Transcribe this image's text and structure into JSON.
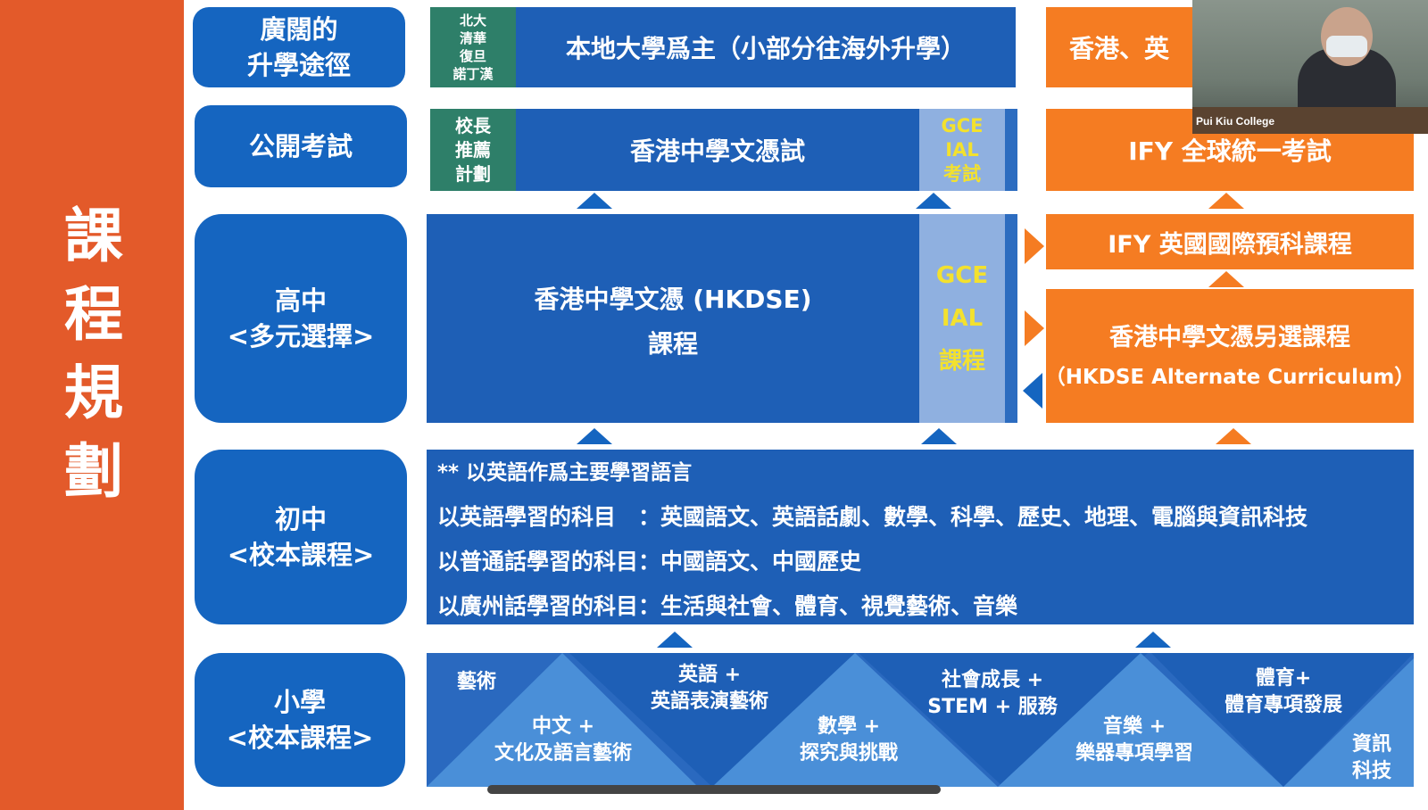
{
  "sidebar": {
    "title": "課程規劃"
  },
  "rows": {
    "pathways": {
      "label": "廣闊的\n升學途徑",
      "universities": "北大\n清華\n復旦\n諾丁漢",
      "main": "本地大學爲主（小部分往海外升學）",
      "overseas": "香港、英"
    },
    "exams": {
      "label": "公開考試",
      "principal": "校長\n推薦\n計劃",
      "main": "香港中學文憑試",
      "gce": "GCE\nIAL\n考試",
      "ify": "IFY 全球統一考試"
    },
    "senior": {
      "label": "高中\n<多元選擇>",
      "main_line1": "香港中學文憑 (HKDSE)",
      "main_line2": "課程",
      "gce": "GCE\nIAL\n課程",
      "ify": "IFY 英國國際預科課程",
      "alt_line1": "香港中學文憑另選課程",
      "alt_line2": "（HKDSE Alternate Curriculum）"
    },
    "junior": {
      "label": "初中\n<校本課程>",
      "lines": [
        "** 以英語作爲主要學習語言",
        "以英語學習的科目　：英國語文、英語話劇、數學、科學、歷史、地理、電腦與資訊科技",
        "以普通話學習的科目：中國語文、中國歷史",
        "以廣州話學習的科目：生活與社會、體育、視覺藝術、音樂"
      ]
    },
    "primary": {
      "label": "小學\n<校本課程>",
      "items": [
        "藝術",
        "中文 +\n文化及語言藝術",
        "英語 +\n英語表演藝術",
        "數學 +\n探究與挑戰",
        "社會成長 +\nSTEM + 服務",
        "音樂 +\n樂器專項學習",
        "體育+\n體育專項發展",
        "資訊\n科技"
      ]
    }
  },
  "video": {
    "caption": "Pui Kiu College"
  },
  "colors": {
    "sidebar": "#e35a2a",
    "label_blue": "#1565c0",
    "block_blue": "#1e5fb6",
    "green": "#2e7f69",
    "orange": "#f57c22",
    "gce_yellow": "#f3e12e"
  }
}
